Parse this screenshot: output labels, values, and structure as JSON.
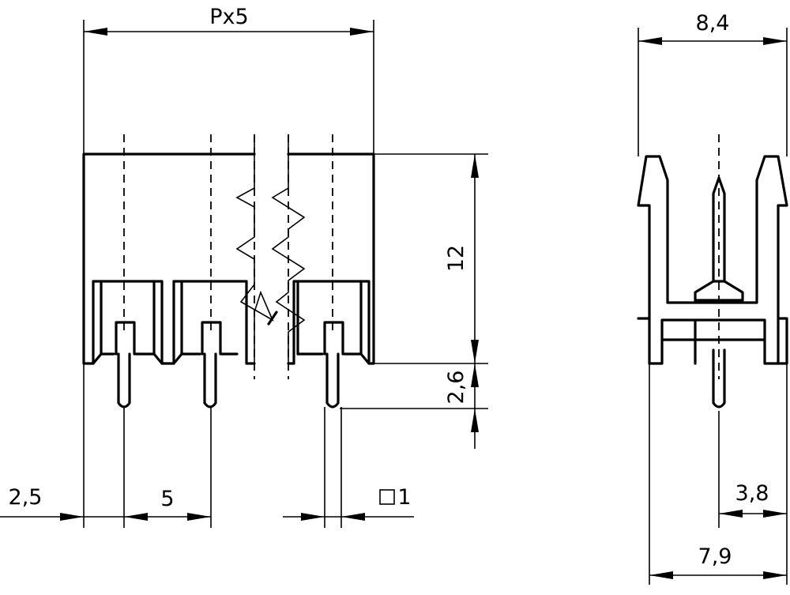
{
  "dimensions": {
    "width_pitch": "Px5",
    "side_width_top": "8,4",
    "height_body": "12",
    "pin_length": "2,6",
    "first_pin_offset": "2,5",
    "pitch": "5",
    "pin_square": "1",
    "side_pin_offset": "3,8",
    "side_width_bottom": "7,9"
  }
}
